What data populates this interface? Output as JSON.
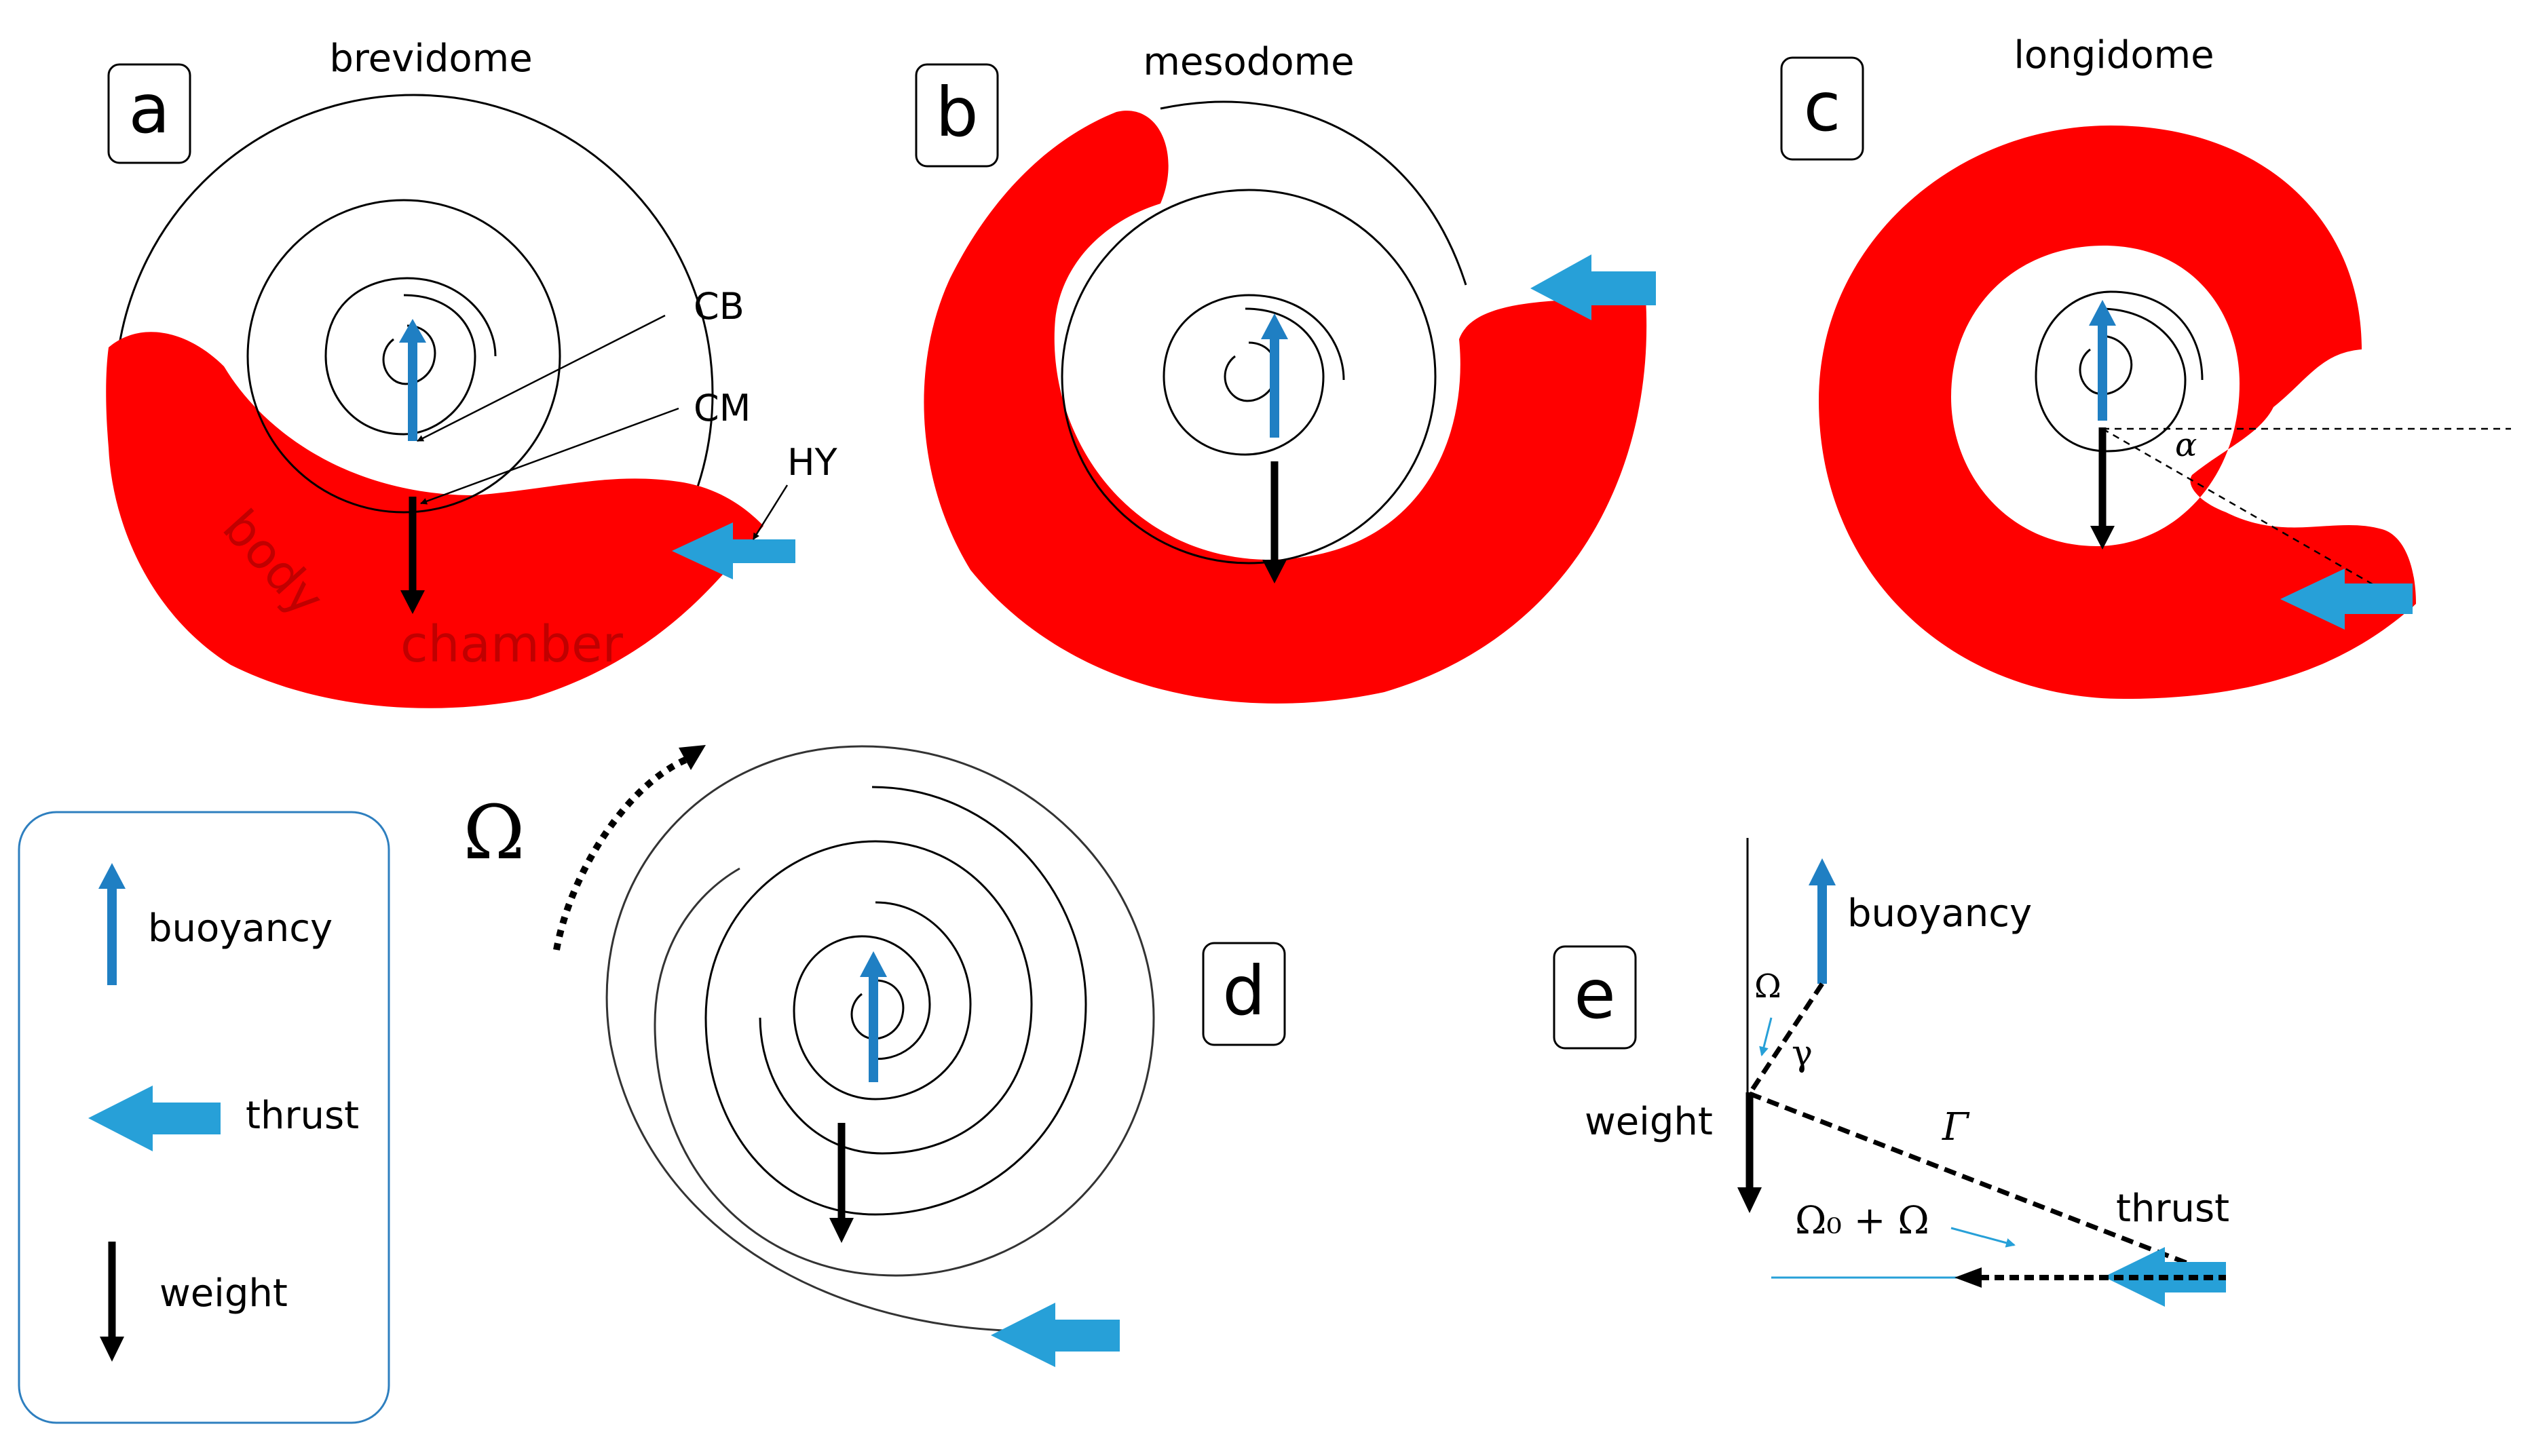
{
  "colors": {
    "body_chamber": "#ff0000",
    "buoyancy": "#1f7fc3",
    "thrust": "#27a0d8",
    "weight": "#000000",
    "legend_border": "#2e7fbf"
  },
  "panels": {
    "a": {
      "letter": "a",
      "title": "brevidome",
      "labels": {
        "cb": "CB",
        "cm": "CM",
        "hy": "HY",
        "body": "body",
        "chamber": "chamber"
      }
    },
    "b": {
      "letter": "b",
      "title": "mesodome"
    },
    "c": {
      "letter": "c",
      "title": "longidome",
      "angle": "α"
    },
    "d": {
      "letter": "d",
      "rotation": "Ω"
    },
    "e": {
      "letter": "e",
      "buoyancy": "buoyancy",
      "weight": "weight",
      "thrust": "thrust",
      "omega": "Ω",
      "gamma": "γ",
      "big_gamma": "Γ",
      "omega_sum": "Ω₀ + Ω"
    }
  },
  "legend": {
    "buoyancy": "buoyancy",
    "thrust": "thrust",
    "weight": "weight"
  }
}
